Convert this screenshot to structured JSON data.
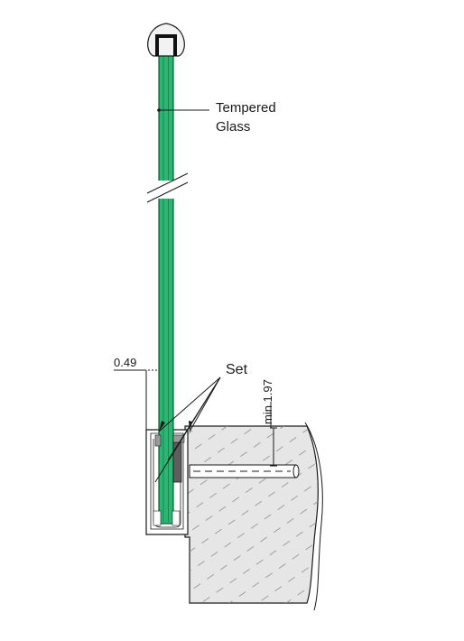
{
  "labels": {
    "glass_line1": "Tempered",
    "glass_line2": "Glass",
    "set": "Set",
    "dim_left": "0.49",
    "dim_right": "min 1.97"
  },
  "colors": {
    "glass": "#2bb673",
    "glass_edge": "#0b5a2f",
    "substrate": "#e6e6e6",
    "hatch": "#8c8c8c",
    "line": "#1a1a1a",
    "cap": "#f2f2f2",
    "shim": "#5e5e5e"
  }
}
